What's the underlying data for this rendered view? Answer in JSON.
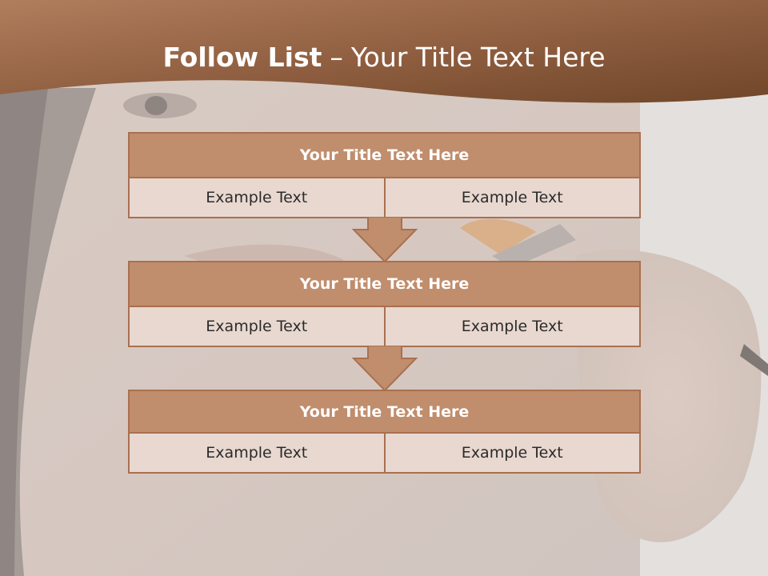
{
  "slide": {
    "title_bold": "Follow List",
    "title_separator": "–",
    "title_rest": "Your Title Text Here"
  },
  "blocks": [
    {
      "title": "Your Title Text Here",
      "cells": [
        "Example Text",
        "Example Text"
      ]
    },
    {
      "title": "Your Title Text Here",
      "cells": [
        "Example Text",
        "Example Text"
      ]
    },
    {
      "title": "Your Title Text Here",
      "cells": [
        "Example Text",
        "Example Text"
      ]
    }
  ],
  "colors": {
    "header_brown": "#8a5a3c",
    "block_title": "#c08d6d",
    "block_cell": "#e8d8d0",
    "border": "#a9704f",
    "arrow": "#c08d6d"
  },
  "icons": [
    "down-arrow-icon",
    "down-arrow-icon"
  ]
}
